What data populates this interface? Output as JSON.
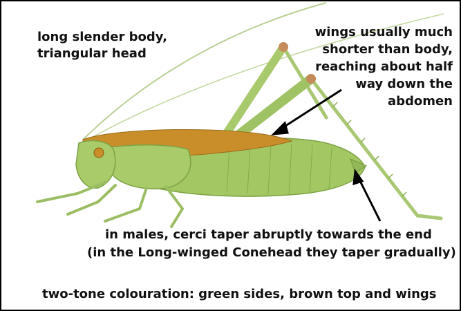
{
  "annotations": {
    "body_shape": [
      "long slender body,",
      "triangular head"
    ],
    "wings": [
      "wings usually much",
      "shorter than body,",
      "reaching about half",
      "way down the",
      "abdomen"
    ],
    "cerci": [
      "in males, cerci taper abruptly towards the end",
      "(in the Long-winged Conehead they taper gradually)"
    ],
    "colouration": "two-tone colouration: green sides, brown top and wings"
  },
  "colors": {
    "body_green": "#9cc25a",
    "body_green_dark": "#6f9a3c",
    "top_brown": "#c98e2a",
    "antenna": "#b8cf8f",
    "arrow": "#000000",
    "frame": "#000000"
  },
  "illustration": {
    "subject": "conehead-grasshopper-side-view",
    "arrows": [
      "wings-arrow",
      "cerci-arrow"
    ]
  }
}
